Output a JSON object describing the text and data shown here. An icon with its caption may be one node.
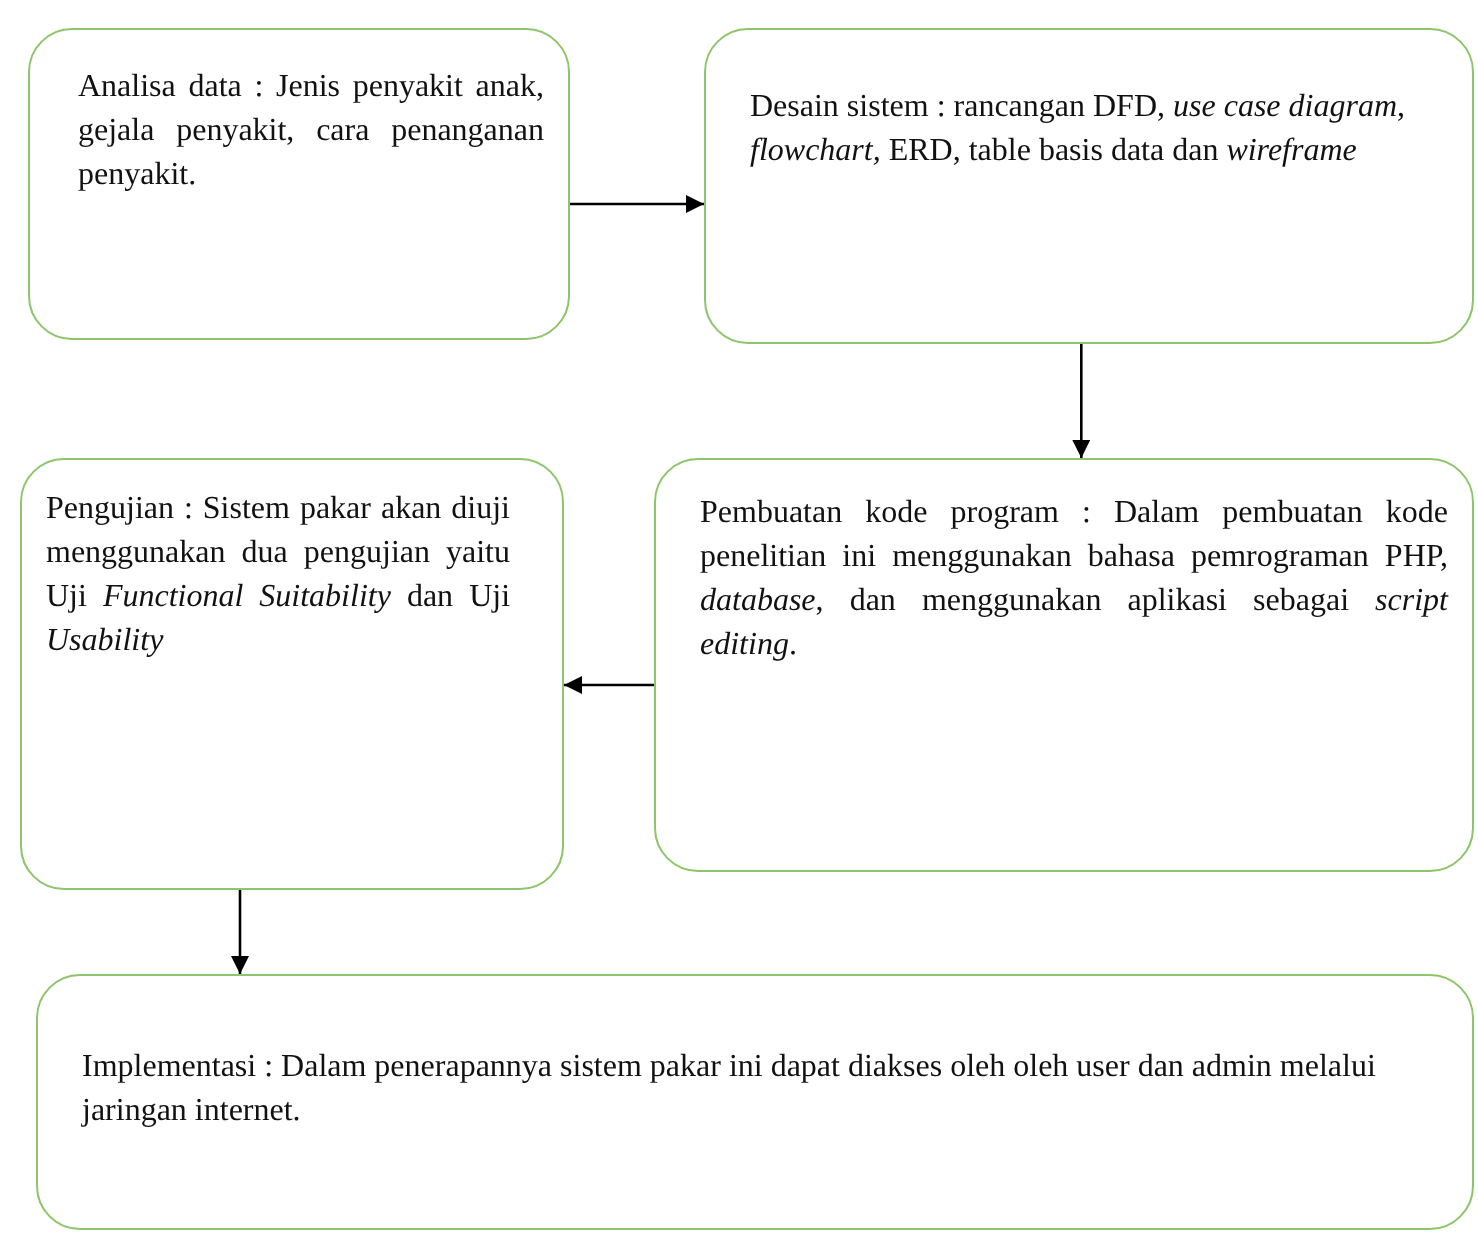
{
  "diagram": {
    "nodes": [
      {
        "text": [
          "Analisa data : Jenis penyakit anak, gejala penyakit, cara penanganan penyakit."
        ]
      },
      {
        "text": [
          "Desain sistem : rancangan DFD, *use case diagram*, *flowchart,* ERD, table basis data dan *wireframe*"
        ]
      },
      {
        "text": [
          "Pengujian : Sistem pakar akan diuji menggunakan dua pengujian yaitu Uji *Functional Suitability* dan Uji *Usability*"
        ]
      },
      {
        "text": [
          "Pembuatan kode program : Dalam pembuatan kode penelitian ini menggunakan bahasa pemrograman PHP, *database*, dan menggunakan aplikasi sebagai *script editing*."
        ]
      },
      {
        "text": [
          "Implementasi : Dalam penerapannya sistem pakar ini dapat diakses oleh oleh user dan admin melalui jaringan internet."
        ]
      }
    ],
    "edges": [
      {
        "from": 0,
        "to": 1,
        "arrow": "to"
      },
      {
        "from": 1,
        "to": 3,
        "arrow": "to"
      },
      {
        "from": 3,
        "to": 2,
        "arrow": "to"
      },
      {
        "from": 2,
        "to": 4,
        "arrow": "to"
      }
    ]
  }
}
